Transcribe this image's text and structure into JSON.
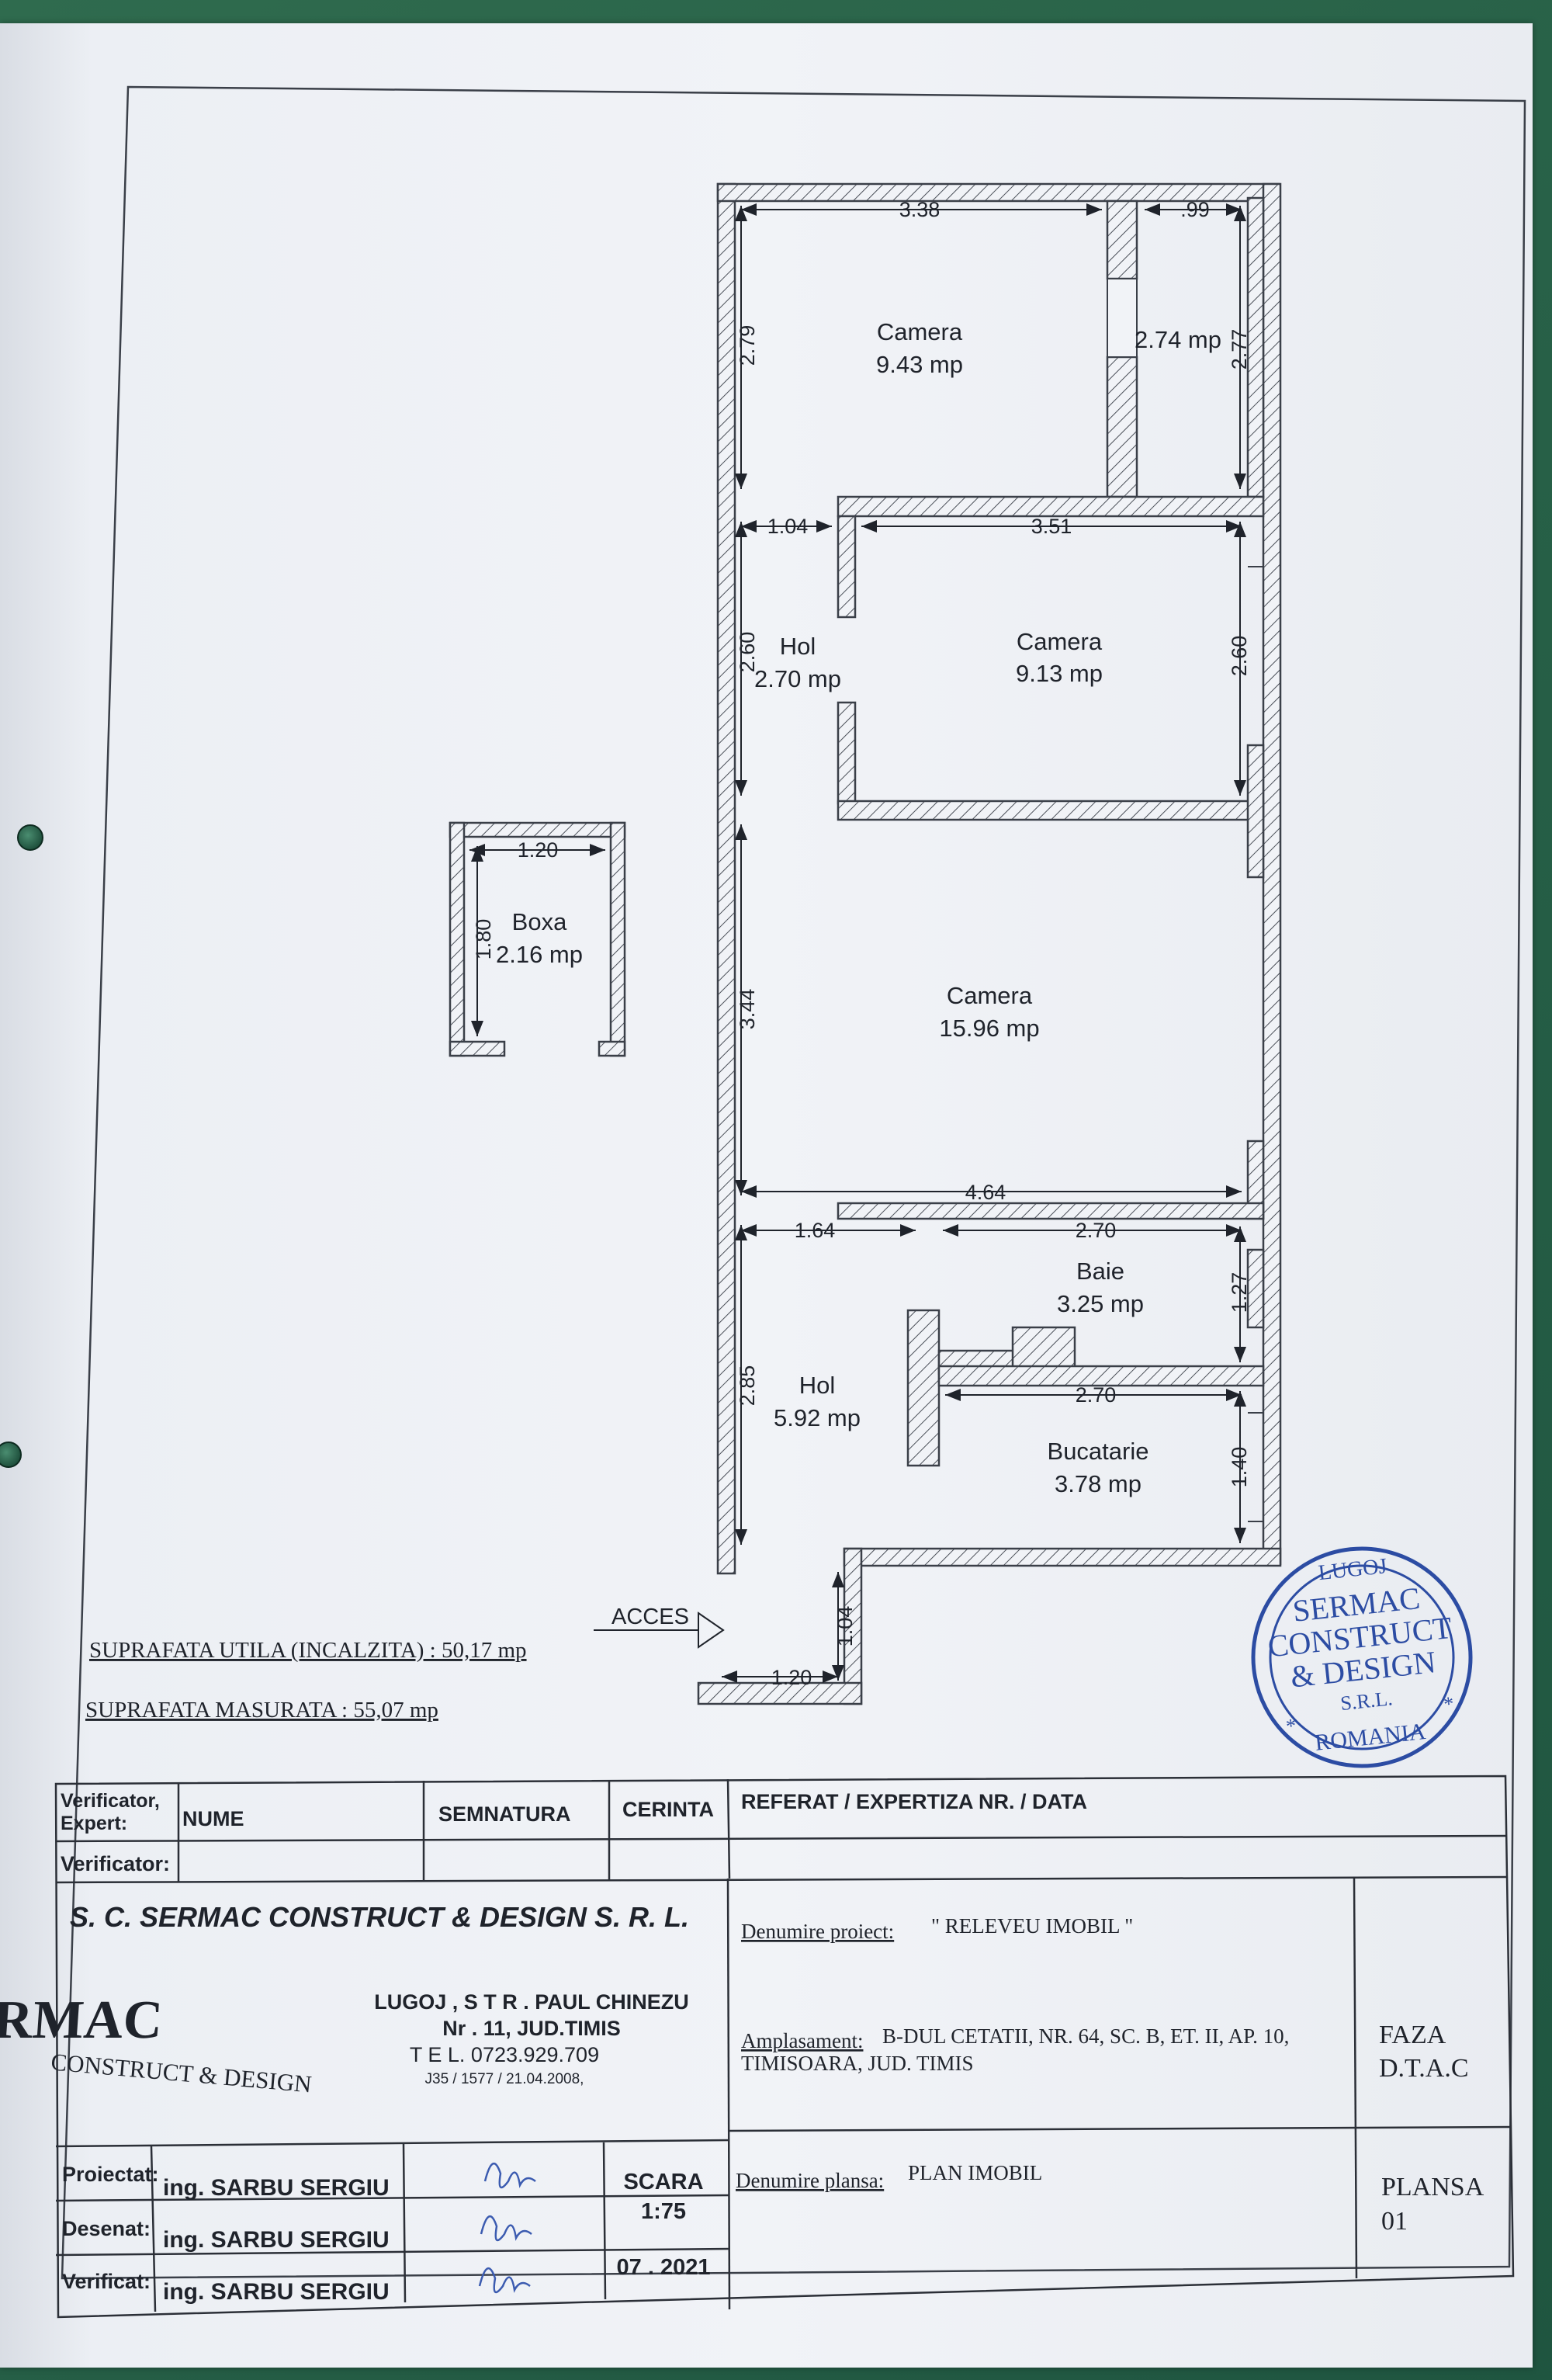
{
  "plan": {
    "rooms": [
      {
        "name": "Camera",
        "area": "9.43 mp"
      },
      {
        "name": "Camera",
        "area": "9.13 mp"
      },
      {
        "name": "Hol",
        "area": "2.70 mp"
      },
      {
        "name": "Camera",
        "area": "15.96 mp"
      },
      {
        "name": "Baie",
        "area": "3.25 mp"
      },
      {
        "name": "Hol",
        "area": "5.92 mp"
      },
      {
        "name": "Bucatarie",
        "area": "3.78 mp"
      },
      {
        "name": "Boxa",
        "area": "2.16 mp"
      }
    ],
    "small_area": "2.74 mp",
    "dims": {
      "d338": "3.38",
      "d099": ".99",
      "d279": "2.79",
      "d277": "2.77",
      "d104a": "1.04",
      "d351": "3.51",
      "d260a": "2.60",
      "d260b": "2.60",
      "d120a": "1.20",
      "d180": "1.80",
      "d344": "3.44",
      "d464": "4.64",
      "d164": "1.64",
      "d270a": "2.70",
      "d127": "1.27",
      "d285": "2.85",
      "d270b": "2.70",
      "d140": "1.40",
      "d104b": "1.04",
      "d120b": "1.20"
    },
    "access_label": "ACCES",
    "surface_useful": "SUPRAFATA UTILA (INCALZITA) : 50,17  mp",
    "surface_measured": "SUPRAFATA MASURATA : 55,07  mp"
  },
  "stamp": {
    "top": "LUGOJ",
    "line1": "SERMAC",
    "line2": "CONSTRUCT",
    "line3": "& DESIGN",
    "line4": "S.R.L.",
    "bottom": "ROMANIA"
  },
  "title_block": {
    "verif_expert": [
      "Verificator,",
      "Expert:"
    ],
    "col_nume": "NUME",
    "col_semnatura": "SEMNATURA",
    "col_cerinta": "CERINTA",
    "col_referat": "REFERAT / EXPERTIZA NR. / DATA",
    "verificator": "Verificator:",
    "company": "S. C.   SERMAC CONSTRUCT & DESIGN  S. R. L.",
    "logo_main": "SERMAC",
    "logo_sub": "CONSTRUCT & DESIGN",
    "address1": "LUGOJ ,  S T R .  PAUL CHINEZU",
    "address2": "Nr .  11, JUD.TIMIS",
    "phone": "T E L.    0723.929.709",
    "reg": "J35 / 1577 / 21.04.2008,",
    "project_label": "Denumire proiect:",
    "project_value": "\" RELEVEU IMOBIL \"",
    "location_label": "Amplasament:",
    "location_value1": "B-DUL CETATII, NR. 64, SC. B, ET. II, AP. 10,",
    "location_value2": "TIMISOARA, JUD. TIMIS",
    "faza_label": "FAZA",
    "faza_value": "D.T.A.C",
    "proiectat_label": "Proiectat:",
    "desenat_label": "Desenat:",
    "verificat_label": "Verificat:",
    "engineer": "ing. SARBU SERGIU",
    "scara_label": "SCARA",
    "scara_value": "1:75",
    "date": "07 . 2021",
    "plansa_label": "Denumire plansa:",
    "plansa_value": "PLAN IMOBIL",
    "plansa_no_label": "PLANSA",
    "plansa_no": "01"
  }
}
